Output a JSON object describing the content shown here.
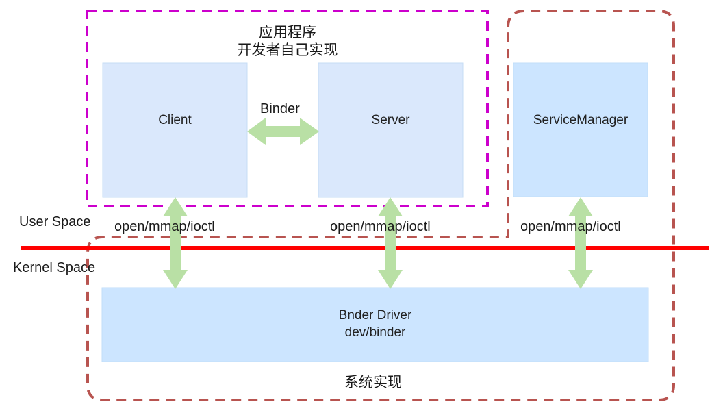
{
  "diagram": {
    "app_region": {
      "title_line1": "应用程序",
      "title_line2": "开发者自己实现",
      "border_color": "#cc00cc"
    },
    "system_region": {
      "title": "系统实现",
      "border_color": "#b85450"
    },
    "nodes": {
      "client": {
        "label": "Client",
        "fill": "#dae8fc"
      },
      "server": {
        "label": "Server",
        "fill": "#dae8fc"
      },
      "service_manager": {
        "label": "ServiceManager",
        "fill": "#cce5ff"
      },
      "driver": {
        "line1": "Bnder Driver",
        "line2": "dev/binder",
        "fill": "#cce5ff"
      }
    },
    "edges": {
      "client_server": {
        "label": "Binder",
        "color": "#b9e0a5"
      },
      "client_driver": {
        "label": "open/mmap/ioctl",
        "color": "#b9e0a5"
      },
      "server_driver": {
        "label": "open/mmap/ioctl",
        "color": "#b9e0a5"
      },
      "sm_driver": {
        "label": "open/mmap/ioctl",
        "color": "#b9e0a5"
      }
    },
    "divider": {
      "color": "#ff0000",
      "above_label": "User Space",
      "below_label": "Kernel Space"
    }
  }
}
